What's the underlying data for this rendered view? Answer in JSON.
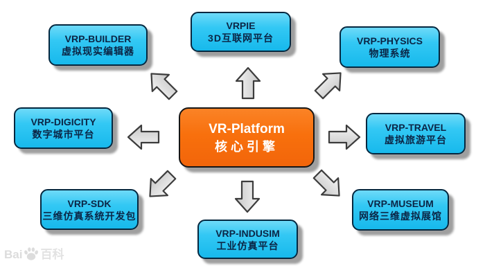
{
  "diagram": {
    "center": {
      "title": "VR-Platform",
      "subtitle": "核心引擎"
    },
    "nodes": [
      {
        "id": "builder",
        "en": "VRP-BUILDER",
        "zh": "虚拟现实编辑器"
      },
      {
        "id": "vrpie",
        "en": "VRPIE",
        "zh": "3D互联网平台"
      },
      {
        "id": "physics",
        "en": "VRP-PHYSICS",
        "zh": "物理系统"
      },
      {
        "id": "digicity",
        "en": "VRP-DIGICITY",
        "zh": "数字城市平台"
      },
      {
        "id": "travel",
        "en": "VRP-TRAVEL",
        "zh": "虚拟旅游平台"
      },
      {
        "id": "sdk",
        "en": "VRP-SDK",
        "zh": "三维仿真系统开发包"
      },
      {
        "id": "indusim",
        "en": "VRP-INDUSIM",
        "zh": "工业仿真平台"
      },
      {
        "id": "museum",
        "en": "VRP-MUSEUM",
        "zh": "网络三维虚拟展馆"
      }
    ],
    "arrows": [
      "arrow-up-left",
      "arrow-up",
      "arrow-up-right",
      "arrow-left",
      "arrow-right",
      "arrow-down-left",
      "arrow-down",
      "arrow-down-right"
    ],
    "colors": {
      "node_fill": "#29C5F3",
      "node_border": "#04273F",
      "node_text": "#0B2545",
      "center_fill": "#F8700D",
      "center_border": "#161616",
      "center_text": "#FFFFFF",
      "arrow_fill": "#DCDCDC",
      "arrow_stroke": "#3C3C3C",
      "shadow": "#9F9F9F",
      "background": "#FFFFFF"
    },
    "watermark": {
      "prefix": "Bai",
      "suffix": "百科",
      "icon": "paw-icon"
    }
  }
}
